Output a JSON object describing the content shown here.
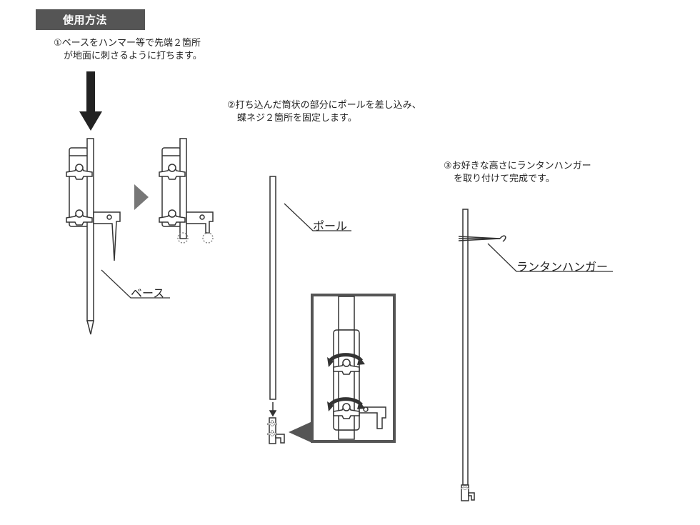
{
  "header": {
    "title": "使用方法"
  },
  "steps": [
    {
      "line1": "①ベースをハンマー等で先端２箇所",
      "line2": "が地面に刺さるように打ちます。"
    },
    {
      "line1": "②打ち込んだ筒状の部分にポールを差し込み、",
      "line2": "蝶ネジ２箇所を固定します。"
    },
    {
      "line1": "③お好きな高さにランタンハンガー",
      "line2": "を取り付けて完成です。"
    }
  ],
  "labels": {
    "base": "ベース",
    "pole": "ポール",
    "lantern_hanger": "ランタンハンガー"
  },
  "colors": {
    "header_bg": "#555555",
    "stroke": "#333333",
    "arrow": "#222222",
    "gray_arrow": "#777777"
  }
}
